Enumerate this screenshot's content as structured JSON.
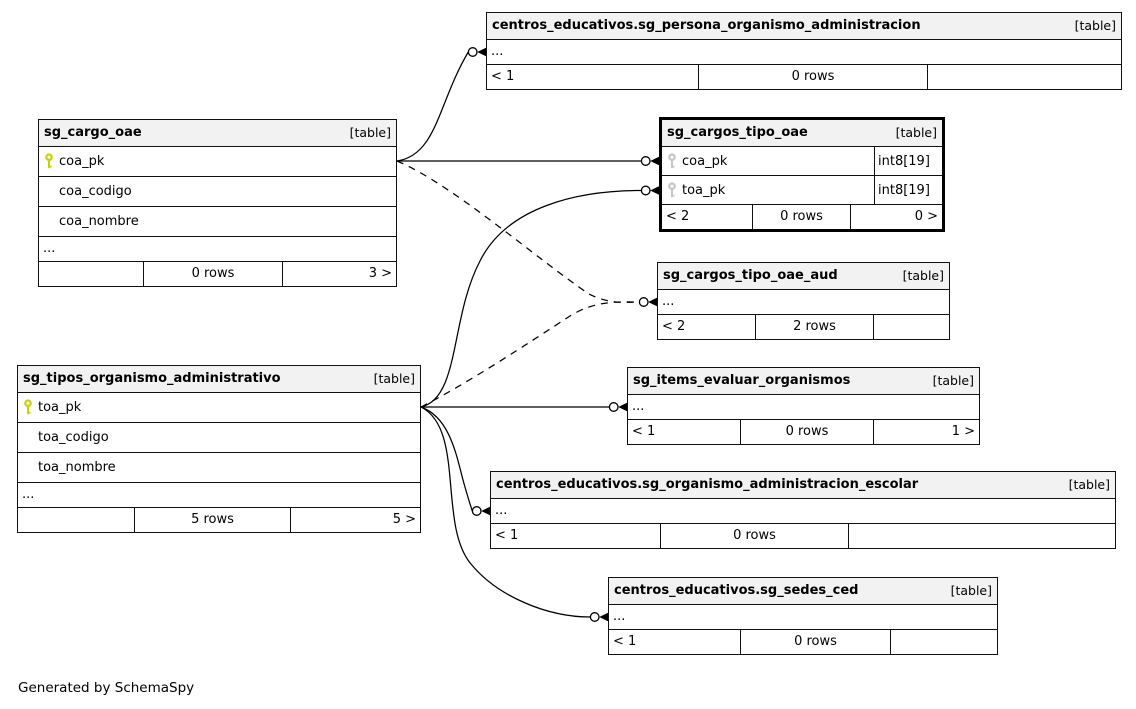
{
  "app": {
    "footer_note": "Generated by SchemaSpy"
  },
  "colors": {
    "key_primary": "#cdd000",
    "key_shared": "#c6c6c6",
    "header_bg": "#f2f2f2",
    "border": "#000000"
  },
  "tables": [
    {
      "id": "sg_persona_organismo_administracion",
      "title": "centros_educativos.sg_persona_organismo_administracion",
      "tag": "[table]",
      "columns": [],
      "ellipsis": "...",
      "footer": [
        "< 1",
        "0 rows",
        ""
      ]
    },
    {
      "id": "sg_cargo_oae",
      "title": "sg_cargo_oae",
      "tag": "[table]",
      "columns": [
        {
          "name": "coa_pk",
          "key": "yellow"
        },
        {
          "name": "coa_codigo"
        },
        {
          "name": "coa_nombre"
        }
      ],
      "ellipsis": "...",
      "footer": [
        "",
        "0 rows",
        "3 >"
      ]
    },
    {
      "id": "sg_cargos_tipo_oae",
      "title": "sg_cargos_tipo_oae",
      "tag": "[table]",
      "emphasized": true,
      "columns": [
        {
          "name": "coa_pk",
          "key": "gray",
          "type": "int8[19]"
        },
        {
          "name": "toa_pk",
          "key": "gray",
          "type": "int8[19]"
        }
      ],
      "ellipsis": null,
      "footer": [
        "< 2",
        "0 rows",
        "0 >"
      ]
    },
    {
      "id": "sg_cargos_tipo_oae_aud",
      "title": "sg_cargos_tipo_oae_aud",
      "tag": "[table]",
      "columns": [],
      "ellipsis": "...",
      "footer": [
        "< 2",
        "2 rows",
        ""
      ]
    },
    {
      "id": "sg_tipos_organismo_administrativo",
      "title": "sg_tipos_organismo_administrativo",
      "tag": "[table]",
      "columns": [
        {
          "name": "toa_pk",
          "key": "yellow"
        },
        {
          "name": "toa_codigo"
        },
        {
          "name": "toa_nombre"
        }
      ],
      "ellipsis": "...",
      "footer": [
        "",
        "5 rows",
        "5 >"
      ]
    },
    {
      "id": "sg_items_evaluar_organismos",
      "title": "sg_items_evaluar_organismos",
      "tag": "[table]",
      "columns": [],
      "ellipsis": "...",
      "footer": [
        "< 1",
        "0 rows",
        "1 >"
      ]
    },
    {
      "id": "sg_organismo_administracion_escolar",
      "title": "centros_educativos.sg_organismo_administracion_escolar",
      "tag": "[table]",
      "columns": [],
      "ellipsis": "...",
      "footer": [
        "< 1",
        "0 rows",
        ""
      ]
    },
    {
      "id": "sg_sedes_ced",
      "title": "centros_educativos.sg_sedes_ced",
      "tag": "[table]",
      "columns": [],
      "ellipsis": "...",
      "footer": [
        "< 1",
        "0 rows",
        ""
      ]
    }
  ],
  "relationships": [
    {
      "from": "sg_cargo_oae.coa_pk",
      "to": "centros_educativos.sg_persona_organismo_administracion",
      "style": "solid"
    },
    {
      "from": "sg_cargo_oae.coa_pk",
      "to": "sg_cargos_tipo_oae.coa_pk",
      "style": "solid"
    },
    {
      "from": "sg_cargo_oae.coa_pk",
      "to": "sg_cargos_tipo_oae_aud",
      "style": "dashed"
    },
    {
      "from": "sg_tipos_organismo_administrativo.toa_pk",
      "to": "sg_cargos_tipo_oae.toa_pk",
      "style": "solid"
    },
    {
      "from": "sg_tipos_organismo_administrativo.toa_pk",
      "to": "sg_cargos_tipo_oae_aud",
      "style": "dashed"
    },
    {
      "from": "sg_tipos_organismo_administrativo.toa_pk",
      "to": "sg_items_evaluar_organismos",
      "style": "solid"
    },
    {
      "from": "sg_tipos_organismo_administrativo.toa_pk",
      "to": "centros_educativos.sg_organismo_administracion_escolar",
      "style": "solid"
    },
    {
      "from": "sg_tipos_organismo_administrativo.toa_pk",
      "to": "centros_educativos.sg_sedes_ced",
      "style": "solid"
    }
  ]
}
